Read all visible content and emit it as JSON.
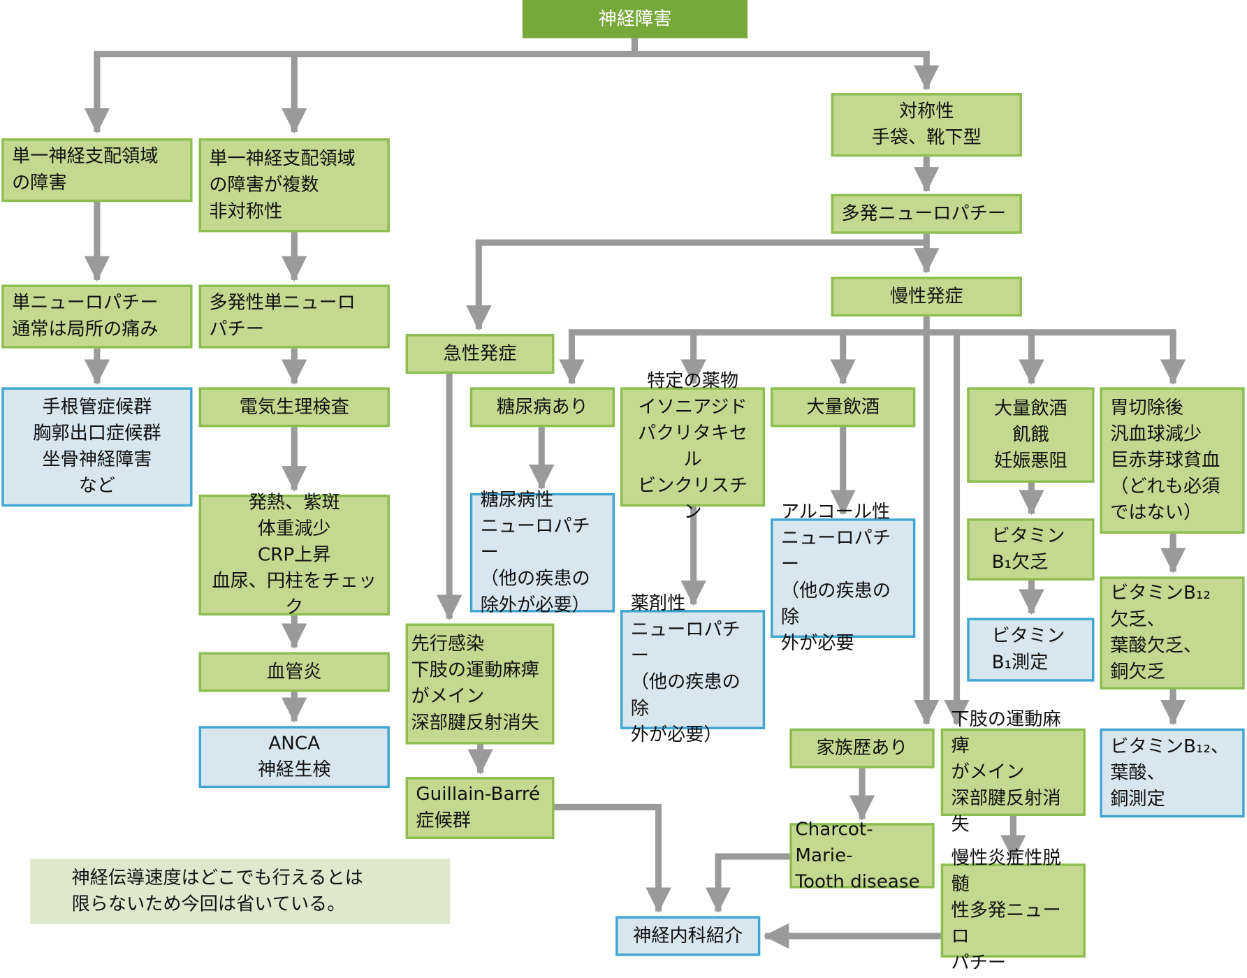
{
  "colors": {
    "node_green": "#c3d98f",
    "node_green_border": "#8dbd50",
    "node_blue": "#d7e6ef",
    "node_blue_border": "#3fa5d2",
    "root": "#76a83a",
    "arrow": "#9a9a9a",
    "note": "#dfe8cc"
  },
  "root": "神経障害",
  "nodes": [
    {
      "text": "単一神経支配領域\nの障害"
    },
    {
      "text": "単一神経支配領域\nの障害が複数\n非対称性"
    },
    {
      "text": "対称性\n手袋、靴下型"
    },
    {
      "text": "多発ニューロパチー"
    },
    {
      "text": "単ニューロパチー\n通常は局所の痛み"
    },
    {
      "text": "多発性単ニューロ\nパチー"
    },
    {
      "text": "慢性発症"
    },
    {
      "text": "急性発症"
    },
    {
      "text": "手根管症候群\n胸郭出口症候群\n坐骨神経障害\nなど"
    },
    {
      "text": "電気生理検査"
    },
    {
      "text": "糖尿病あり"
    },
    {
      "text": "特定の薬物\nイソニアジド\nパクリタキセル\nビンクリスチン"
    },
    {
      "text": "大量飲酒"
    },
    {
      "text": "大量飲酒\n飢餓\n妊娠悪阻"
    },
    {
      "text": "胃切除後\n汎血球減少\n巨赤芽球貧血\n（どれも必須\nではない）"
    },
    {
      "text": "発熱、紫斑\n体重減少\nCRP上昇\n血尿、円柱をチェック"
    },
    {
      "text": "糖尿病性\nニューロパチー\n（他の疾患の\n除外が必要）"
    },
    {
      "text": "アルコール性\nニューロパチー\n（他の疾患の除\n外が必要"
    },
    {
      "text": "ビタミン\nB₁欠乏"
    },
    {
      "text": "ビタミンB₁₂\n欠乏、\n葉酸欠乏、\n銅欠乏"
    },
    {
      "text": "ビタミン\nB₁測定"
    },
    {
      "text": "薬剤性\nニューロパチー\n（他の疾患の除\n外が必要）"
    },
    {
      "text": "先行感染\n下肢の運動麻痺\nがメイン\n深部腱反射消失"
    },
    {
      "text": "血管炎"
    },
    {
      "text": "ANCA\n神経生検"
    },
    {
      "text": "家族歴あり"
    },
    {
      "text": "下肢の運動麻痺\nがメイン\n深部腱反射消失"
    },
    {
      "text": "ビタミンB₁₂、\n葉酸、\n銅測定"
    },
    {
      "text": "Guillain-Barré\n症候群"
    },
    {
      "text": "Charcot-Marie-\nTooth disease"
    },
    {
      "text": "慢性炎症性脱髄\n性多発ニューロ\nパチー"
    },
    {
      "text": "神経内科紹介"
    }
  ],
  "note": "神経伝導速度はどこでも行えるとは\n限らないため今回は省いている。"
}
